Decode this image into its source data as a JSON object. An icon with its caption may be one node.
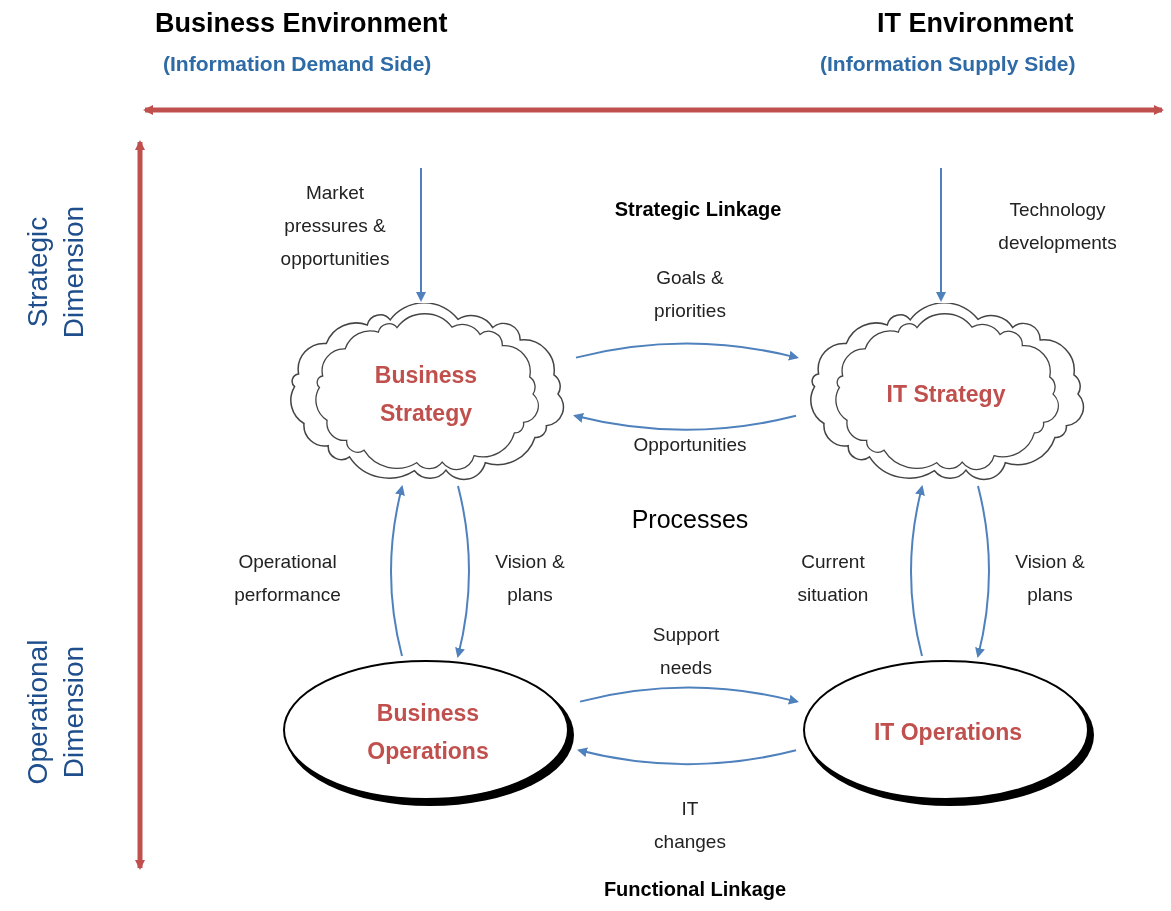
{
  "diagram": {
    "nodes": [
      {
        "text": [
          "Business Strategy"
        ]
      },
      {
        "text": [
          "IT Strategy"
        ]
      },
      {
        "text": [
          "Business Operations"
        ]
      },
      {
        "text": [
          "IT Operations"
        ]
      }
    ],
    "edges": [
      {
        "from": null,
        "to": 0,
        "arrow": "to",
        "label": "Market pressures & opportunities"
      },
      {
        "from": null,
        "to": 1,
        "arrow": "to",
        "label": "Technology developments"
      },
      {
        "from": 0,
        "to": 1,
        "arrow": "to",
        "label": "Goals & priorities"
      },
      {
        "from": 1,
        "to": 0,
        "arrow": "to",
        "label": "Opportunities"
      },
      {
        "from": 2,
        "to": 0,
        "arrow": "to",
        "label": "Operational performance"
      },
      {
        "from": 0,
        "to": 2,
        "arrow": "to",
        "label": "Vision & plans"
      },
      {
        "from": 3,
        "to": 1,
        "arrow": "to",
        "label": "Current situation"
      },
      {
        "from": 1,
        "to": 3,
        "arrow": "to",
        "label": "Vision & plans"
      },
      {
        "from": 2,
        "to": 3,
        "arrow": "to",
        "label": "Support needs"
      },
      {
        "from": 3,
        "to": 2,
        "arrow": "to",
        "label": "IT changes"
      }
    ],
    "labels": [
      "Business Environment",
      "(Information Demand Side)",
      "IT Environment",
      "(Information Supply Side)",
      "Strategic Dimension",
      "Strategic Linkage",
      "Processes",
      "Operational Dimension",
      "Functional Linkage"
    ]
  }
}
